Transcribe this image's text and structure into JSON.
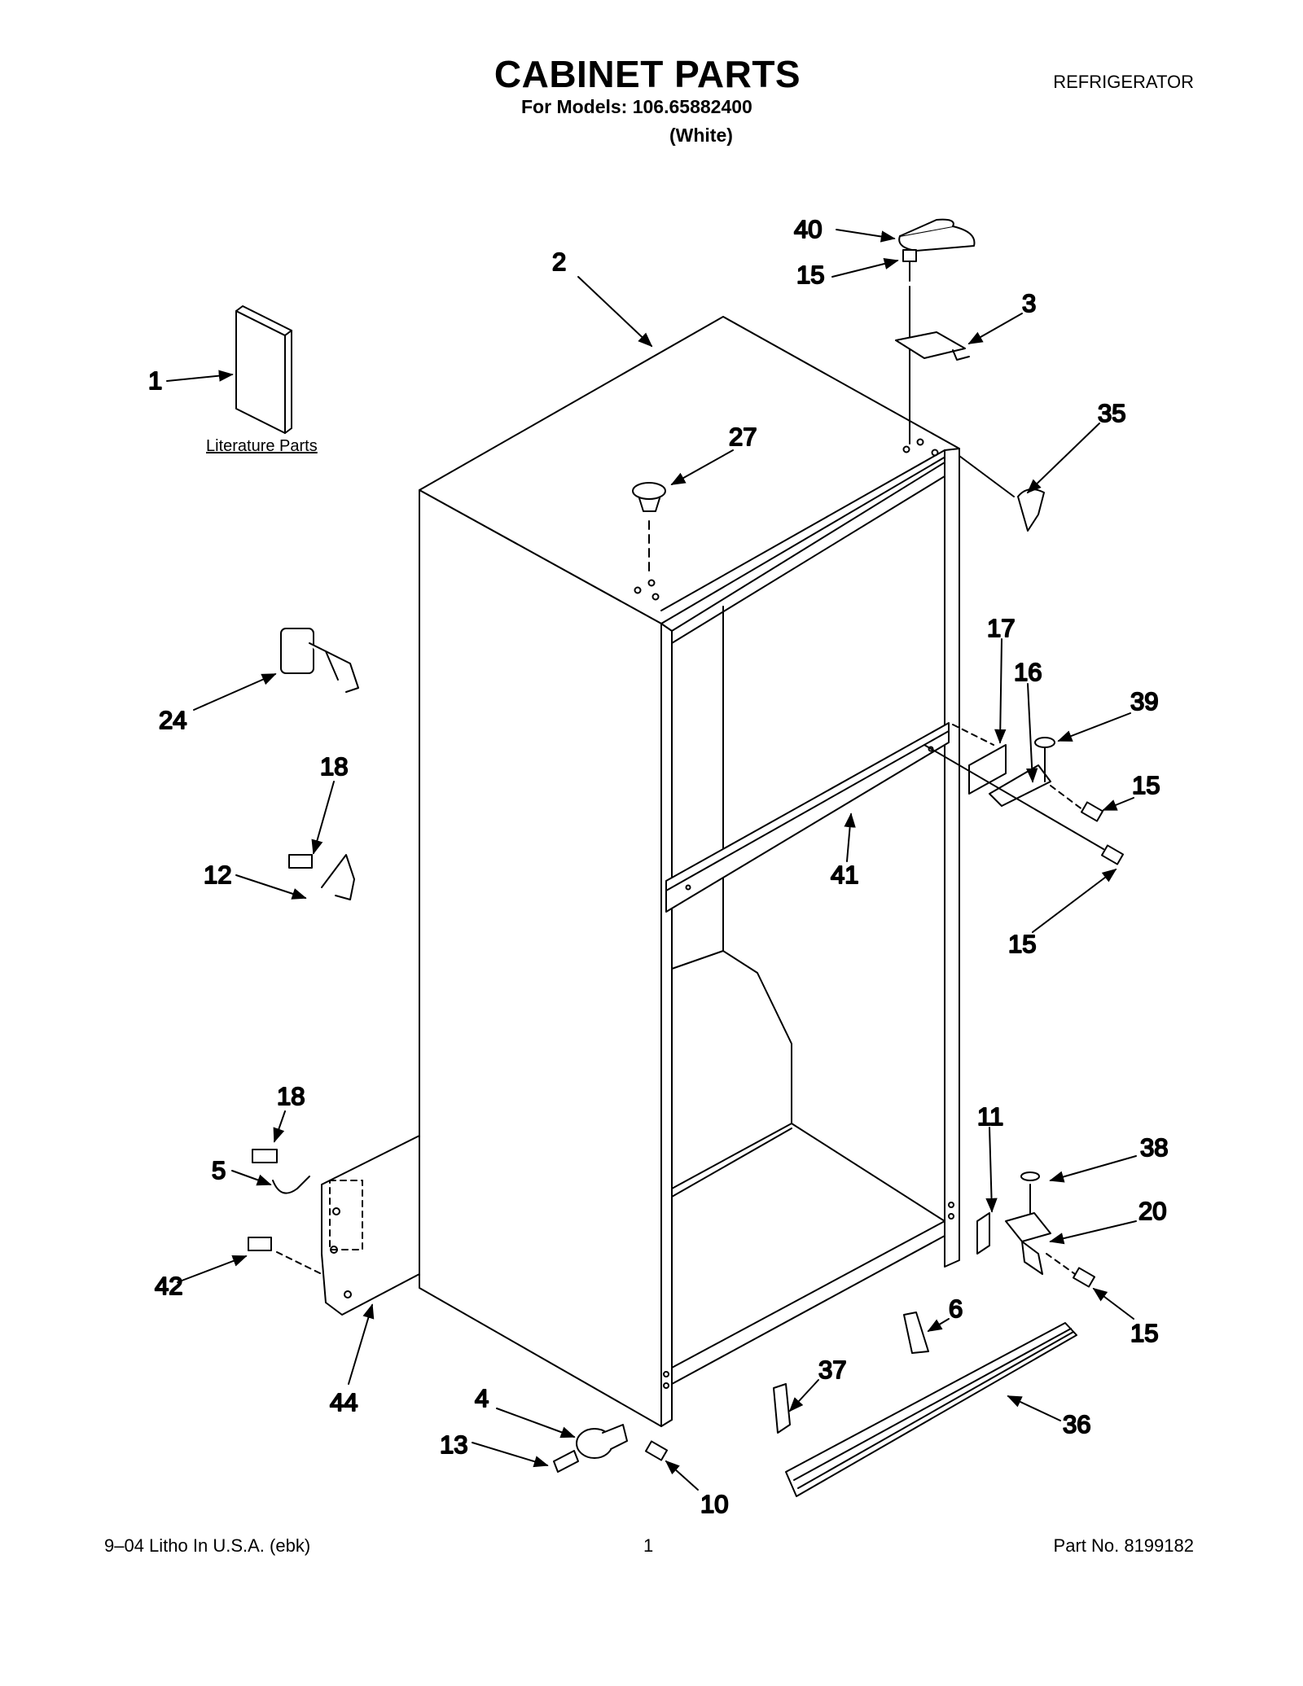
{
  "header": {
    "title": "CABINET PARTS",
    "models_line": "For Models: 106.65882400",
    "color_line": "(White)",
    "category": "REFRIGERATOR"
  },
  "diagram": {
    "literature_label": "Literature Parts",
    "callouts": [
      "40",
      "15",
      "2",
      "3",
      "1",
      "35",
      "27",
      "17",
      "16",
      "39",
      "24",
      "15",
      "18",
      "41",
      "12",
      "15",
      "11",
      "38",
      "18",
      "5",
      "20",
      "42",
      "6",
      "15",
      "44",
      "37",
      "36",
      "4",
      "13",
      "10"
    ]
  },
  "footer": {
    "litho": "9–04 Litho In U.S.A. (ebk)",
    "page": "1",
    "part_no": "Part No. 8199182"
  }
}
